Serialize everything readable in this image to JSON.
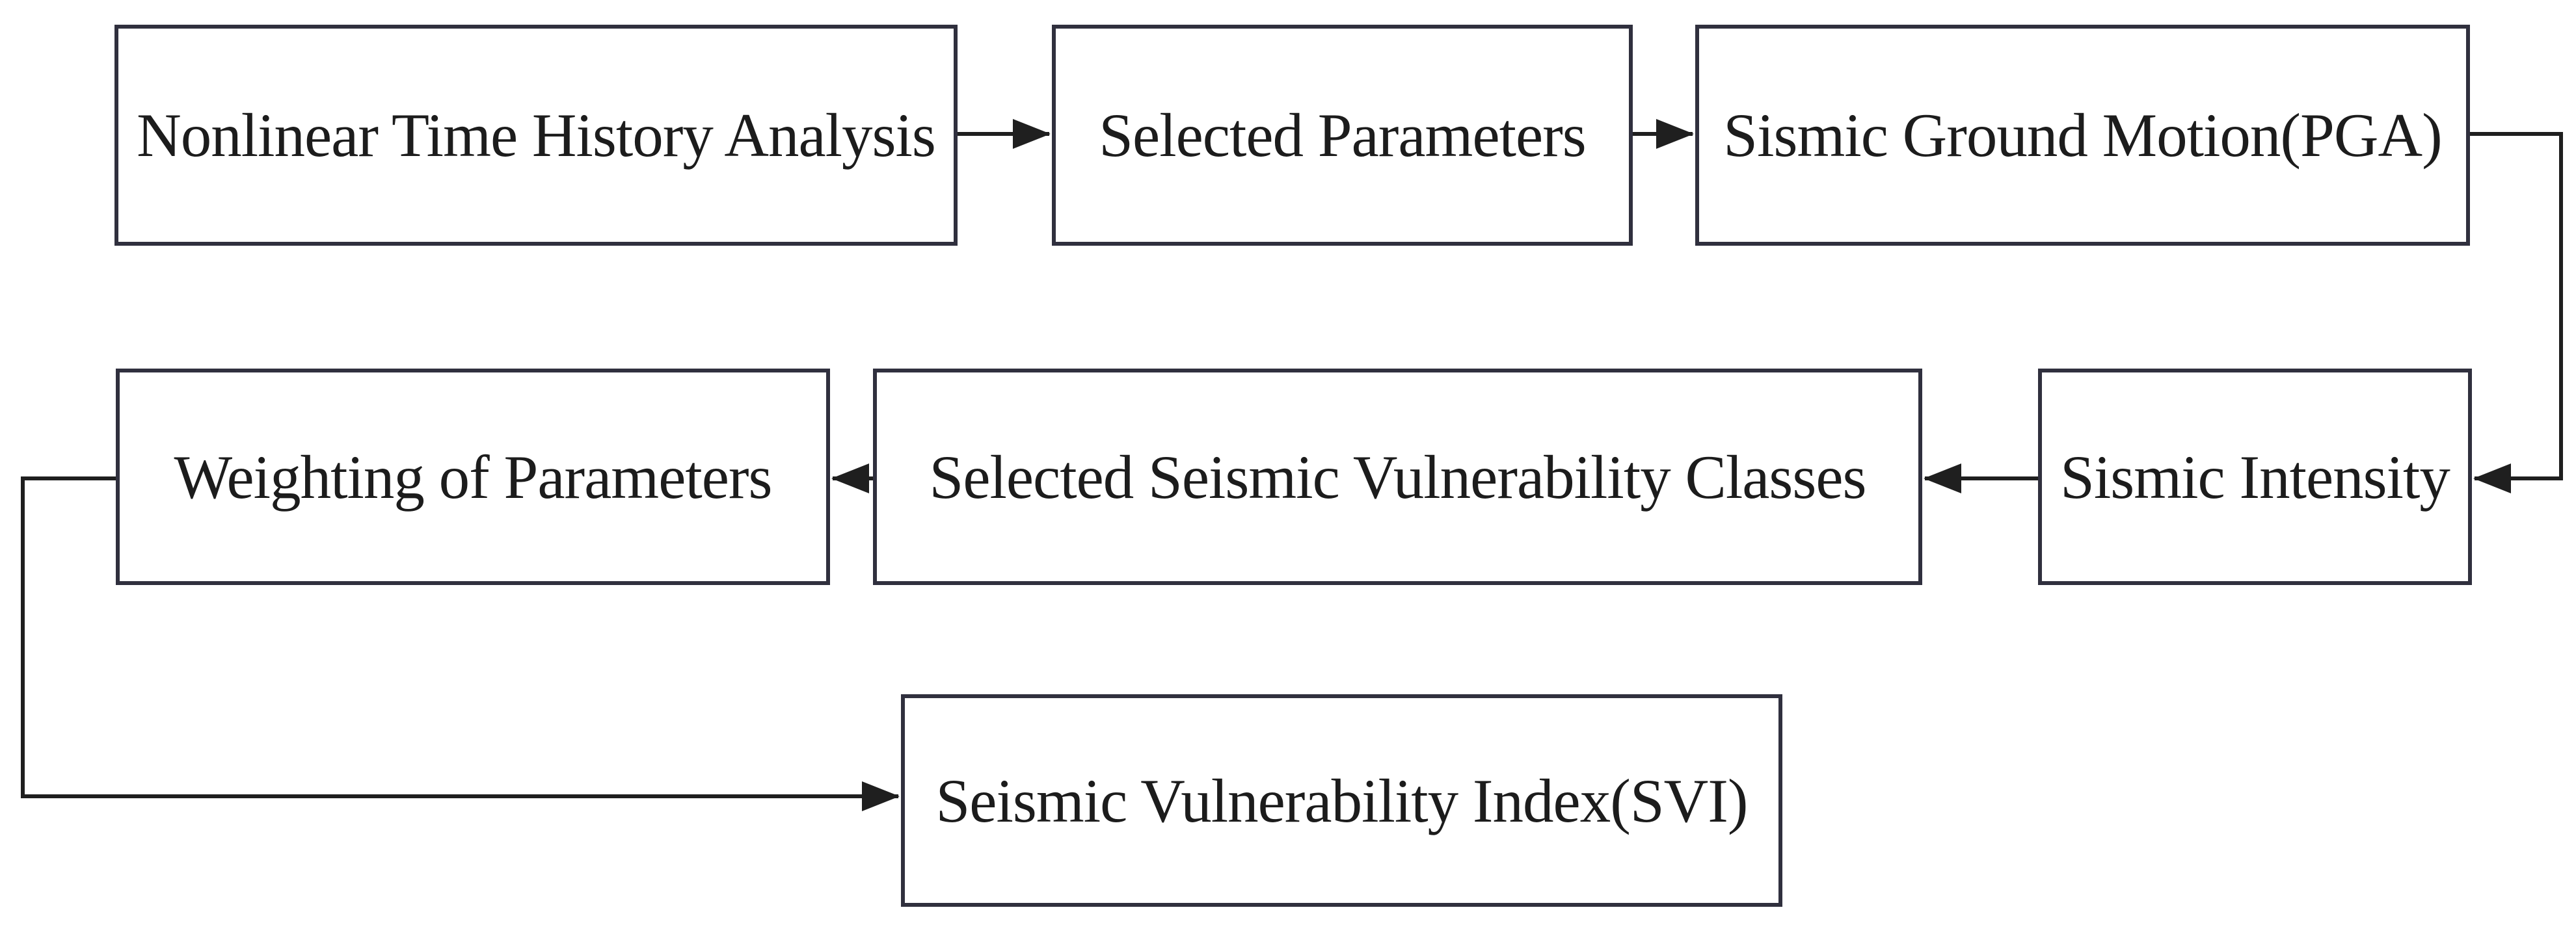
{
  "diagram": {
    "type": "flowchart",
    "nodes": [
      {
        "id": "nonlinear-time-history-analysis",
        "label": "Nonlinear Time History Analysis"
      },
      {
        "id": "selected-parameters",
        "label": "Selected Parameters"
      },
      {
        "id": "sismic-ground-motion-pga",
        "label": "Sismic Ground Motion(PGA)"
      },
      {
        "id": "weighting-of-parameters",
        "label": "Weighting of Parameters"
      },
      {
        "id": "selected-seismic-vulnerability-classes",
        "label": "Selected Seismic Vulnerability Classes"
      },
      {
        "id": "sismic-intensity",
        "label": "Sismic Intensity"
      },
      {
        "id": "seismic-vulnerability-index-svi",
        "label": "Seismic Vulnerability Index(SVI)"
      }
    ],
    "edges": [
      {
        "from": "nonlinear-time-history-analysis",
        "to": "selected-parameters"
      },
      {
        "from": "selected-parameters",
        "to": "sismic-ground-motion-pga"
      },
      {
        "from": "sismic-ground-motion-pga",
        "to": "sismic-intensity"
      },
      {
        "from": "sismic-intensity",
        "to": "selected-seismic-vulnerability-classes"
      },
      {
        "from": "selected-seismic-vulnerability-classes",
        "to": "weighting-of-parameters"
      },
      {
        "from": "weighting-of-parameters",
        "to": "seismic-vulnerability-index-svi"
      }
    ],
    "colors": {
      "box_border": "#30303e",
      "connector": "#1f1f1f",
      "text": "#1c1c1c",
      "background": "#ffffff"
    }
  }
}
